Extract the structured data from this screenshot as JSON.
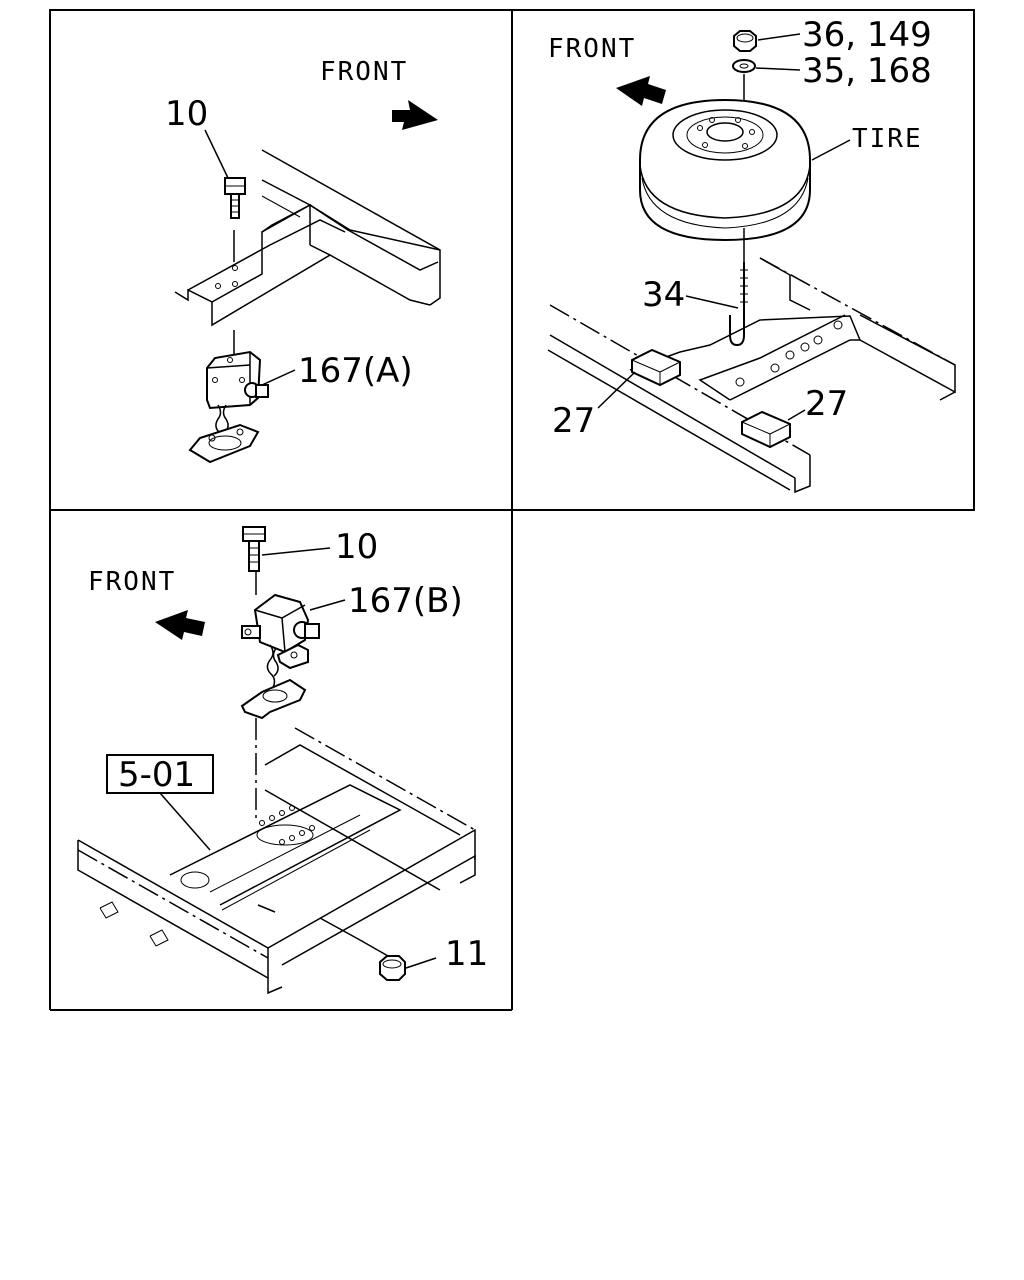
{
  "panels": {
    "top_left": {
      "front_label": "FRONT",
      "callouts": {
        "bolt": "10",
        "lock": "167(A)"
      }
    },
    "top_right": {
      "front_label": "FRONT",
      "callouts": {
        "nut": "36, 149",
        "washer": "35, 168",
        "tire": "TIRE",
        "hook": "34",
        "pad_left": "27",
        "pad_right": "27"
      }
    },
    "bottom_left": {
      "front_label": "FRONT",
      "callouts": {
        "bolt": "10",
        "lock": "167(B)",
        "reference": "5-01",
        "nut": "11"
      }
    }
  },
  "icons": [
    "front-arrow-icon",
    "bolt-icon",
    "nut-icon",
    "washer-icon",
    "tire-icon",
    "hook-icon",
    "lock-icon",
    "frame-icon"
  ]
}
